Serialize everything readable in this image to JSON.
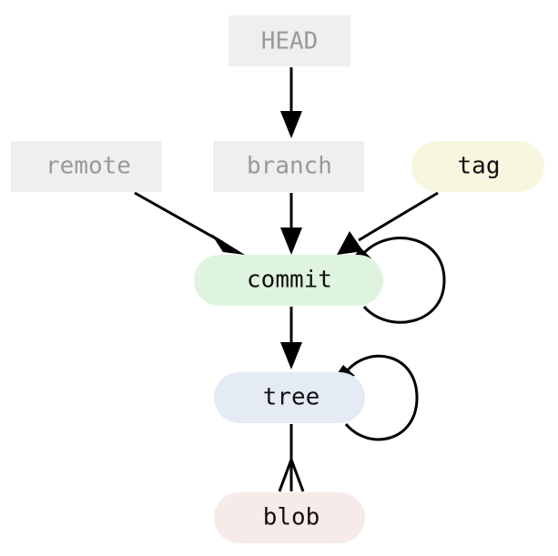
{
  "nodes": {
    "head": {
      "label": "HEAD",
      "fill": "#efefef",
      "text_color": "#999999"
    },
    "remote": {
      "label": "remote",
      "fill": "#efefef",
      "text_color": "#999999"
    },
    "branch": {
      "label": "branch",
      "fill": "#efefef",
      "text_color": "#999999"
    },
    "tag": {
      "label": "tag",
      "fill": "#f7f6df",
      "text_color": "#111111"
    },
    "commit": {
      "label": "commit",
      "fill": "#dff4de",
      "text_color": "#111111"
    },
    "tree": {
      "label": "tree",
      "fill": "#e4ebf5",
      "text_color": "#111111"
    },
    "blob": {
      "label": "blob",
      "fill": "#f7ebe9",
      "text_color": "#111111"
    }
  },
  "edges": [
    {
      "from": "head",
      "to": "branch",
      "type": "arrow"
    },
    {
      "from": "remote",
      "to": "commit",
      "type": "arrow"
    },
    {
      "from": "branch",
      "to": "commit",
      "type": "arrow"
    },
    {
      "from": "tag",
      "to": "commit",
      "type": "arrow"
    },
    {
      "from": "commit",
      "to": "commit",
      "type": "self-loop"
    },
    {
      "from": "commit",
      "to": "tree",
      "type": "arrow"
    },
    {
      "from": "tree",
      "to": "tree",
      "type": "self-loop"
    },
    {
      "from": "tree",
      "to": "blob",
      "type": "crows-foot"
    }
  ],
  "colors": {
    "edge": "#000000",
    "background": "#ffffff"
  }
}
